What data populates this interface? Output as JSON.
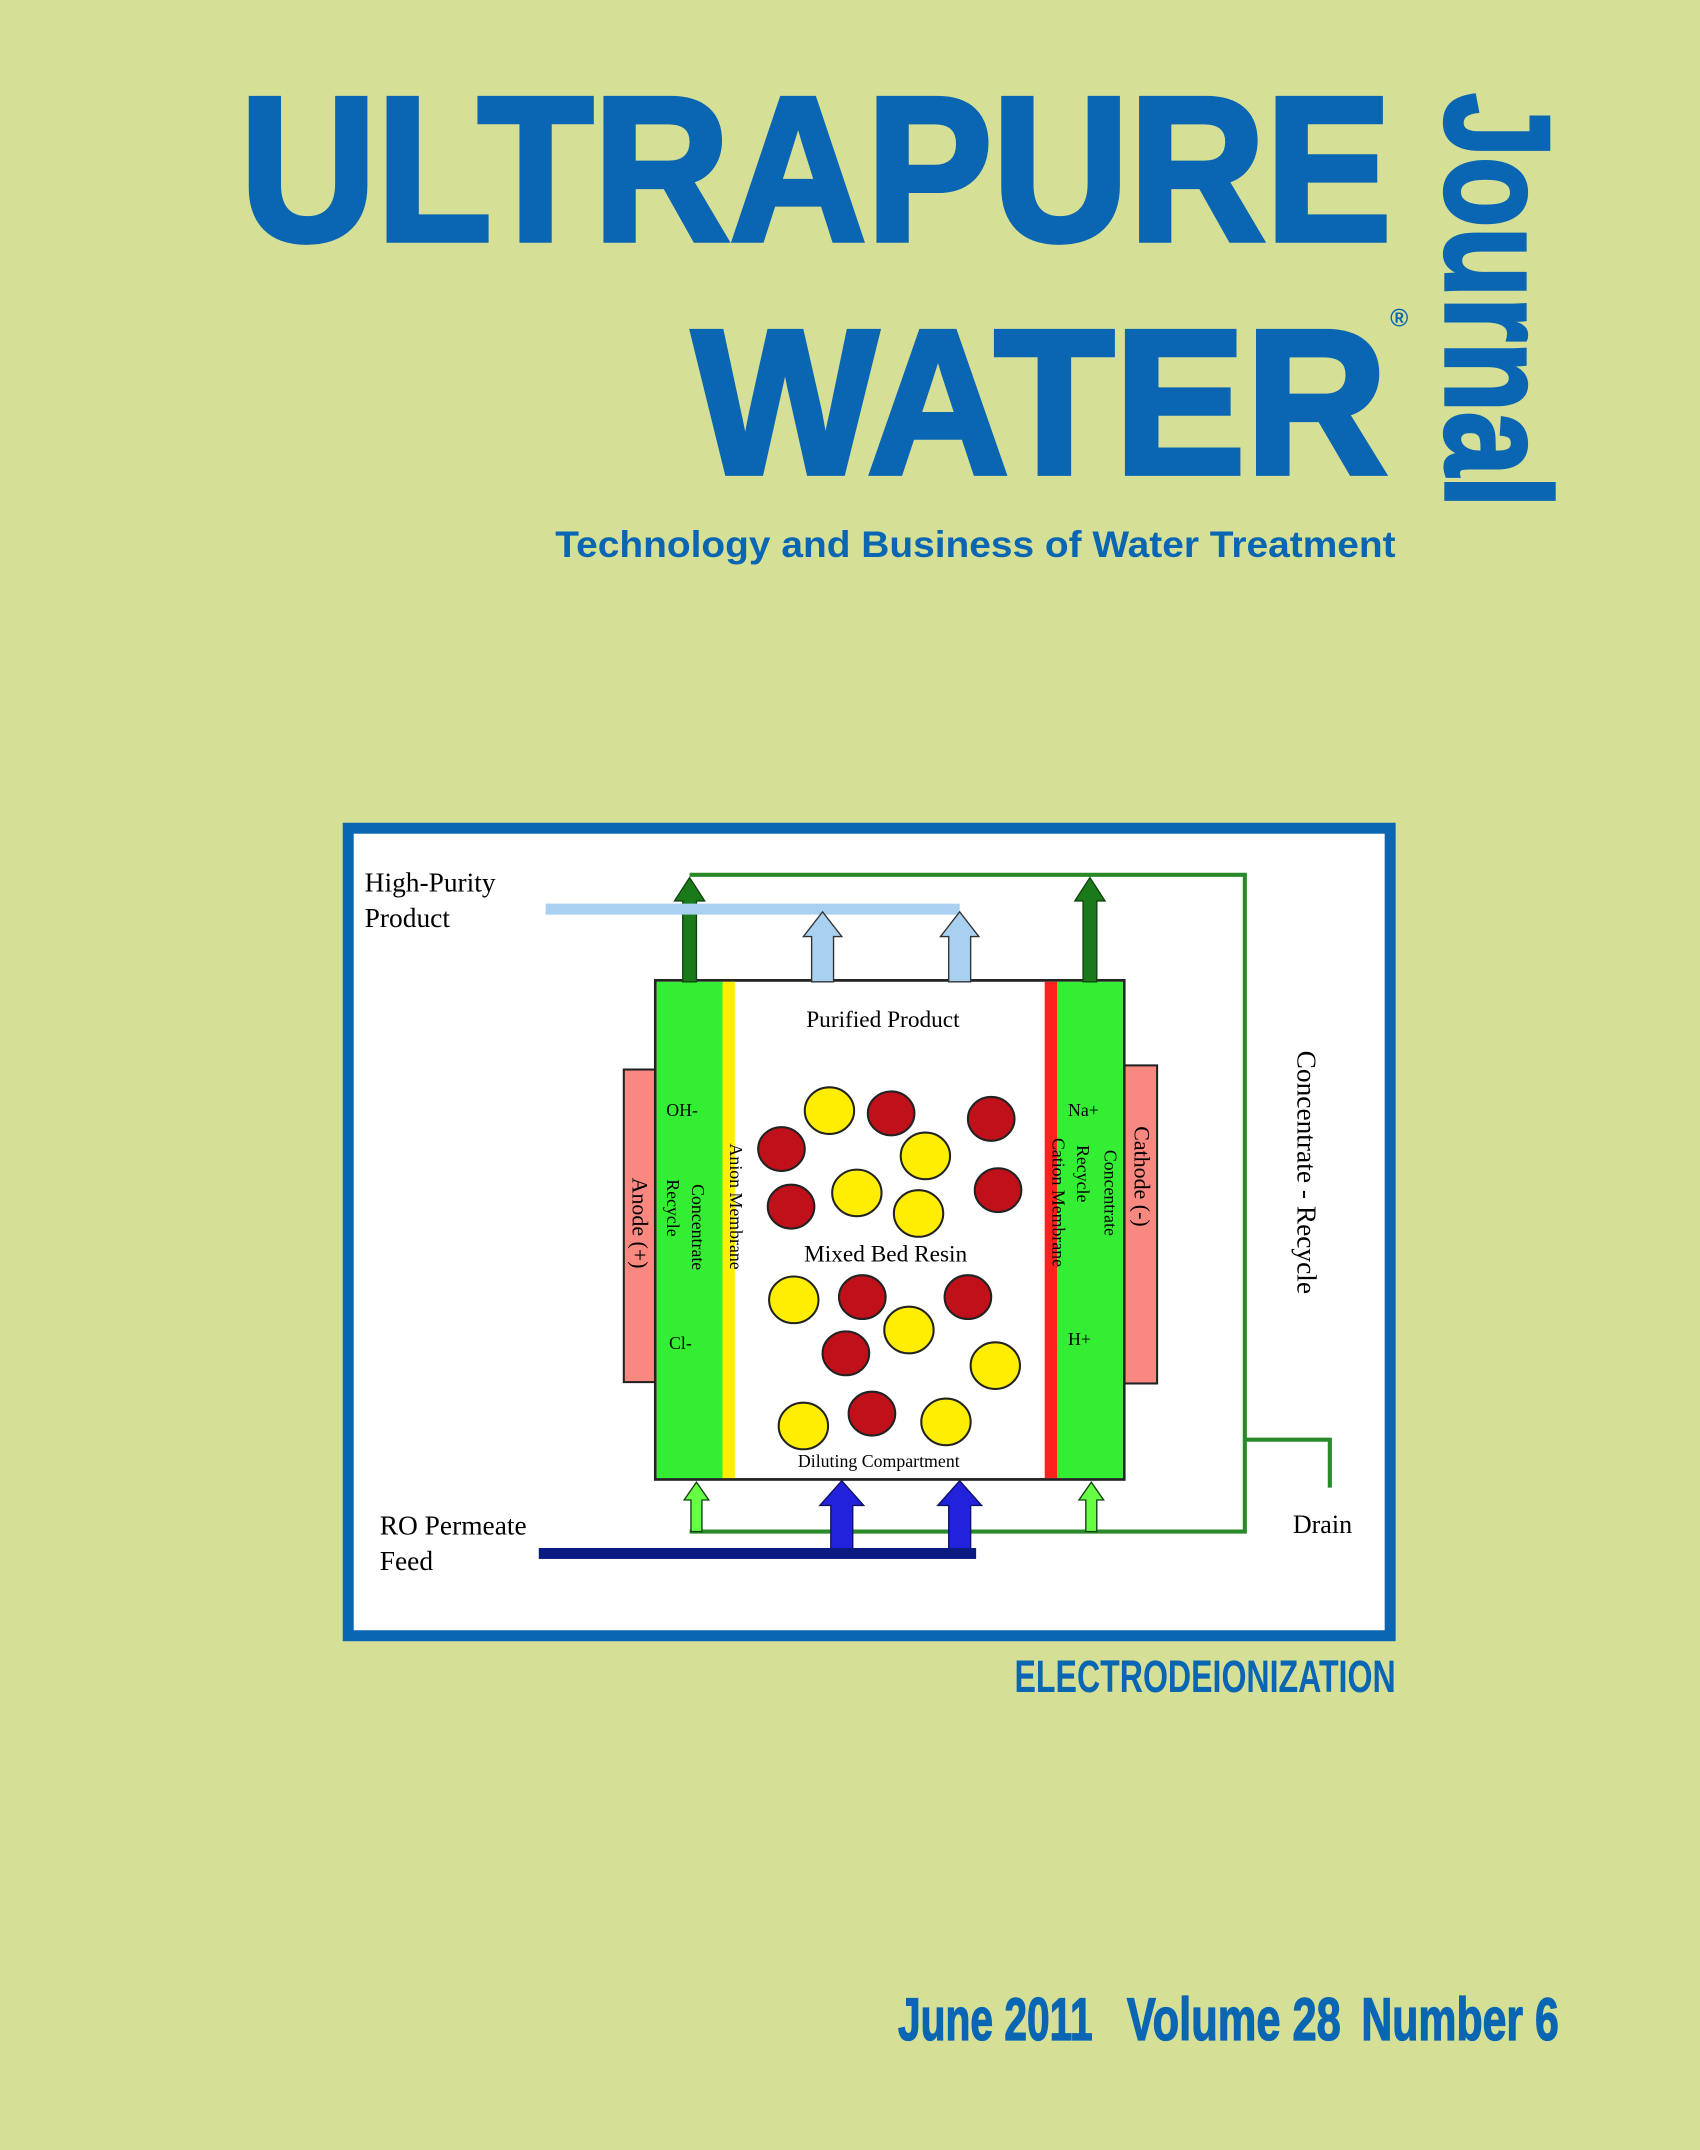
{
  "masthead": {
    "title_line1": "ULTRAPURE",
    "title_line2": "WATER",
    "registered_mark": "®",
    "journal_word": "Journal",
    "tagline": "Technology and Business of  Water Treatment"
  },
  "diagram": {
    "high_purity_line1": "High-Purity",
    "high_purity_line2": "Product",
    "ro_line1": "RO Permeate",
    "ro_line2": "Feed",
    "purified_product": "Purified Product",
    "mixed_bed_resin": "Mixed Bed Resin",
    "diluting_compartment": "Diluting Compartment",
    "oh": "OH-",
    "cl": "Cl-",
    "na": "Na+",
    "h": "H+",
    "anode": "Anode (+)",
    "cathode": "Cathode (-)",
    "concentrate": "Concentrate",
    "recycle": "Recycle",
    "anion_membrane": "Anion Membrane",
    "cation_membrane": "Cation Membrane",
    "concentrate_recycle": "Concentrate - Recycle",
    "drain": "Drain"
  },
  "caption": "ELECTRODEIONIZATION",
  "issue": {
    "date": "June 2011",
    "volume": "Volume 28",
    "number": "Number 6"
  },
  "colors": {
    "background": "#d5e096",
    "brand_blue": "#0a66b2",
    "concentrate_green": "#33ee33",
    "anion_yellow": "#ffee00",
    "cation_red": "#ff2020"
  }
}
